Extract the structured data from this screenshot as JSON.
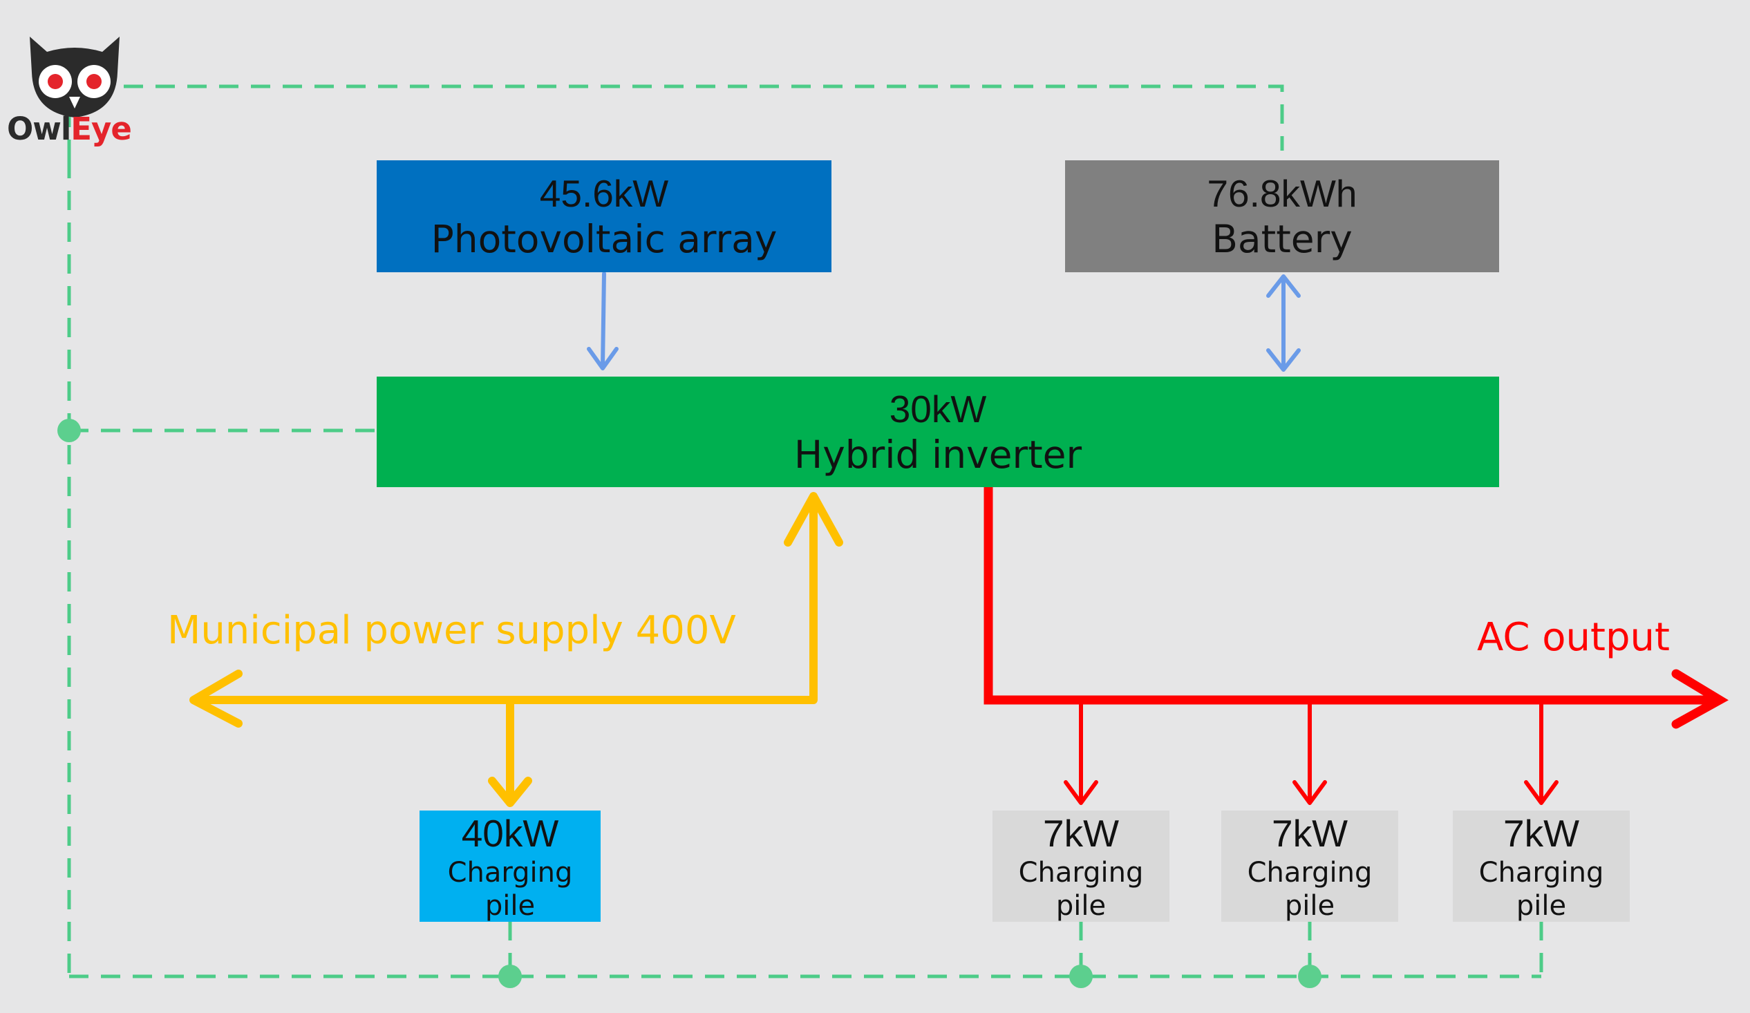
{
  "logo": {
    "part1": "Owl",
    "part2": "Eye",
    "part1_color": "#2b2b2b",
    "part2_color": "#e4242b"
  },
  "nodes": {
    "pv": {
      "value": "45.6kW",
      "label": "Photovoltaic array",
      "color": "#0070c0"
    },
    "battery": {
      "value": "76.8kWh",
      "label": "Battery",
      "color": "#808080"
    },
    "inverter": {
      "value": "30kW",
      "label": "Hybrid inverter",
      "color": "#00b050"
    },
    "pile_grid": {
      "value": "40kW",
      "label": "Charging pile",
      "color": "#00b0f0"
    },
    "pile_ac_1": {
      "value": "7kW",
      "label": "Charging pile",
      "color": "#d9d9d9"
    },
    "pile_ac_2": {
      "value": "7kW",
      "label": "Charging pile",
      "color": "#d9d9d9"
    },
    "pile_ac_3": {
      "value": "7kW",
      "label": "Charging pile",
      "color": "#d9d9d9"
    }
  },
  "labels": {
    "municipal": {
      "text": "Municipal power supply 400V",
      "color": "#ffc000"
    },
    "ac_output": {
      "text": "AC output",
      "color": "#ff0000"
    }
  },
  "colors": {
    "dc_arrow": "#6a9be8",
    "grid_line": "#ffc000",
    "ac_line": "#ff0000",
    "comm_line": "#4dcc88"
  },
  "icons": [
    "owl-icon"
  ]
}
